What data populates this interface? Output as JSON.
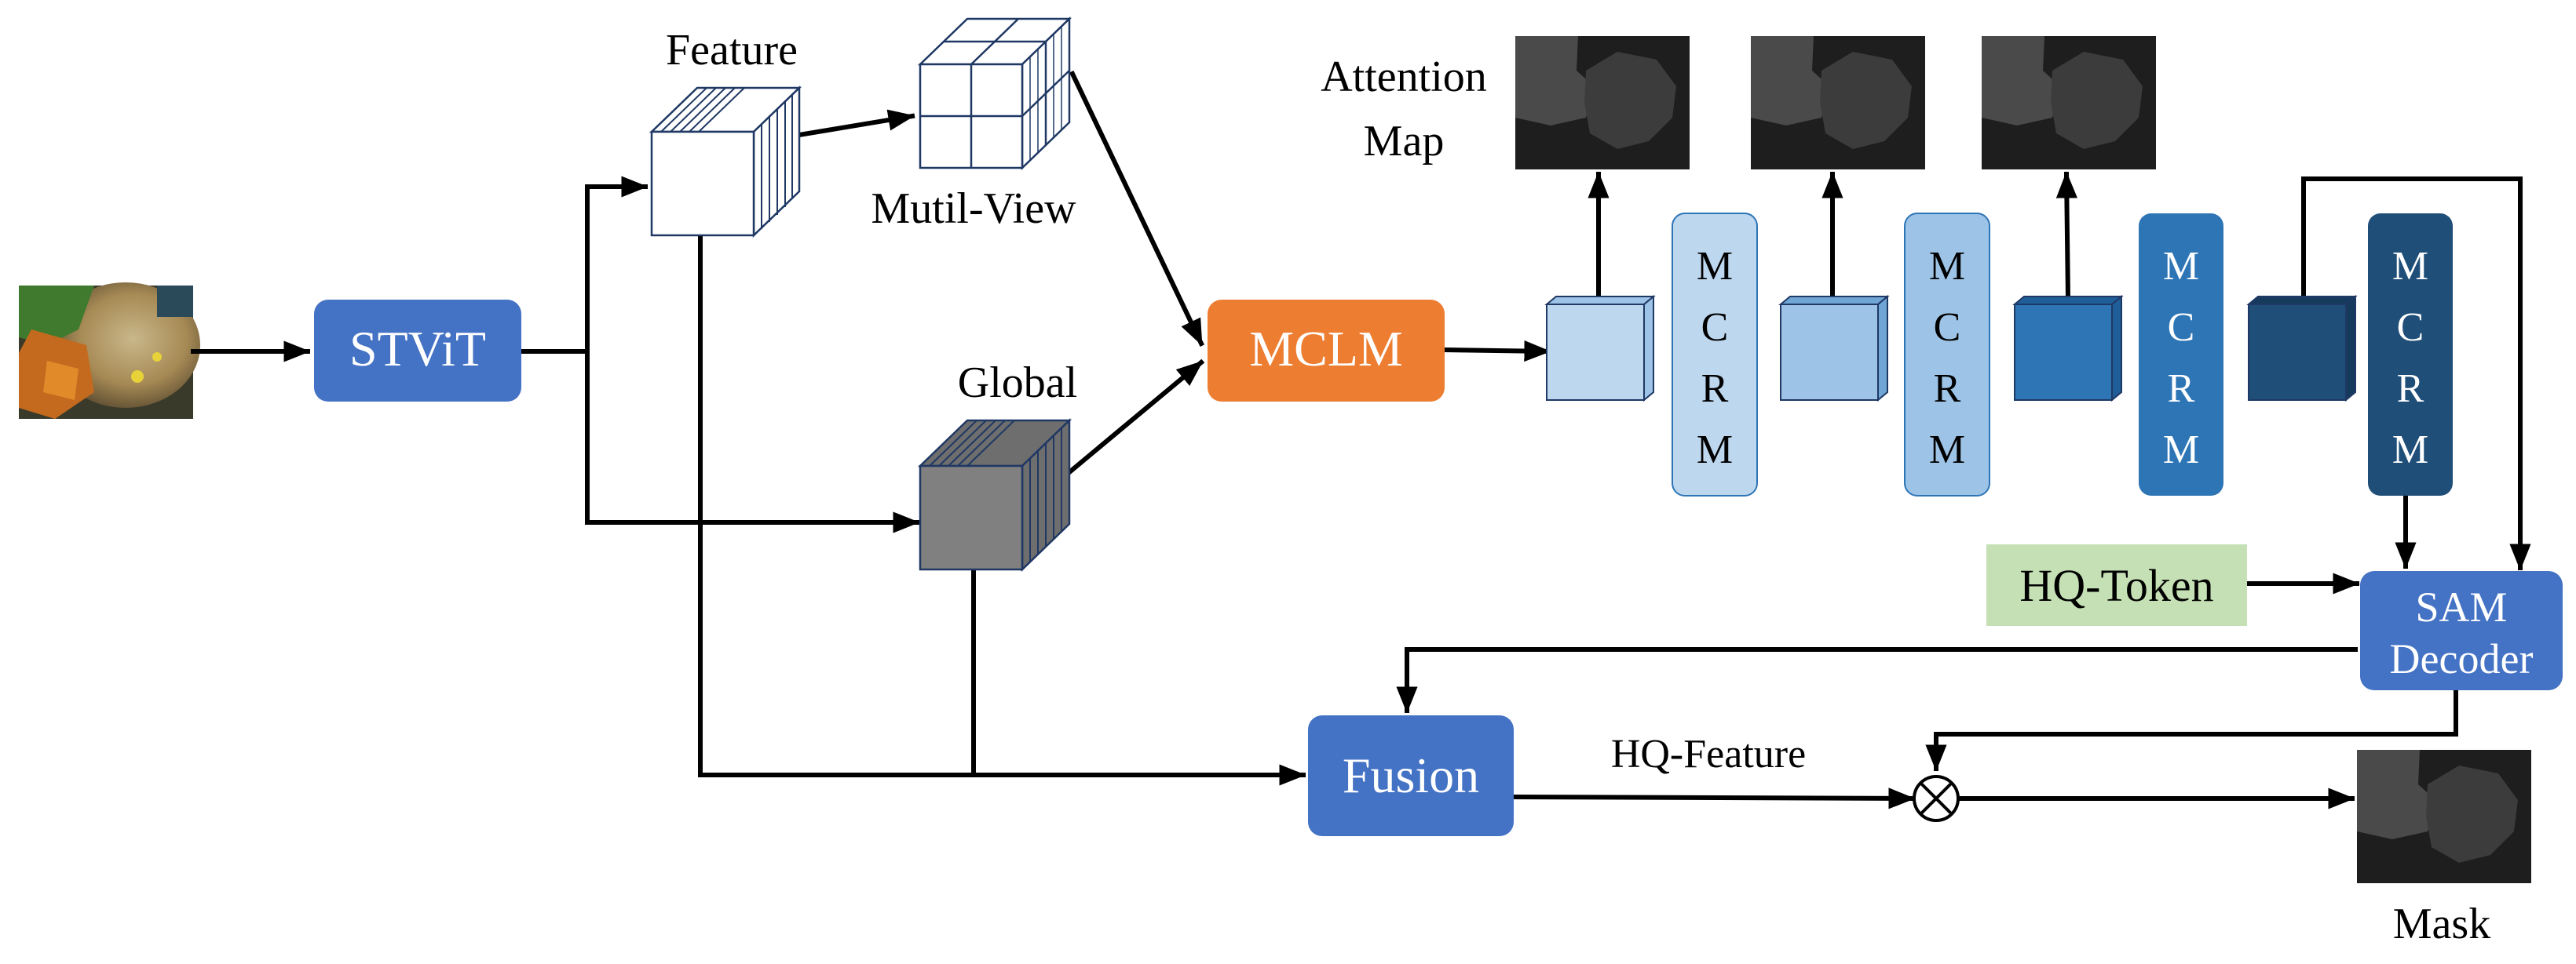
{
  "labels": {
    "feature": "Feature",
    "multi_view": "Mutil-View",
    "global": "Global",
    "attention_map_line1": "Attention",
    "attention_map_line2": "Map",
    "hq_feature": "HQ-Feature",
    "mask": "Mask"
  },
  "blocks": {
    "stvit": "STViT",
    "mclm": "MCLM",
    "fusion": "Fusion",
    "hq_token": "HQ-Token",
    "sam_decoder_line1": "SAM",
    "sam_decoder_line2": "Decoder",
    "mcrm_letters": [
      "M",
      "C",
      "R",
      "M"
    ]
  },
  "colors": {
    "stvit": "#4472C4",
    "mclm": "#ED7D31",
    "fusion": "#4472C4",
    "sam_decoder": "#4472C4",
    "hq_token": "#C5E0B4",
    "mcrm_stages": [
      "#BDD7EE",
      "#9DC3E6",
      "#2E75B6",
      "#1F4E79"
    ],
    "cube_stages": [
      "#BDD7EE",
      "#9DC3E6",
      "#2E75B6",
      "#1F4E79"
    ],
    "global_cube": "#7F7F7F"
  }
}
